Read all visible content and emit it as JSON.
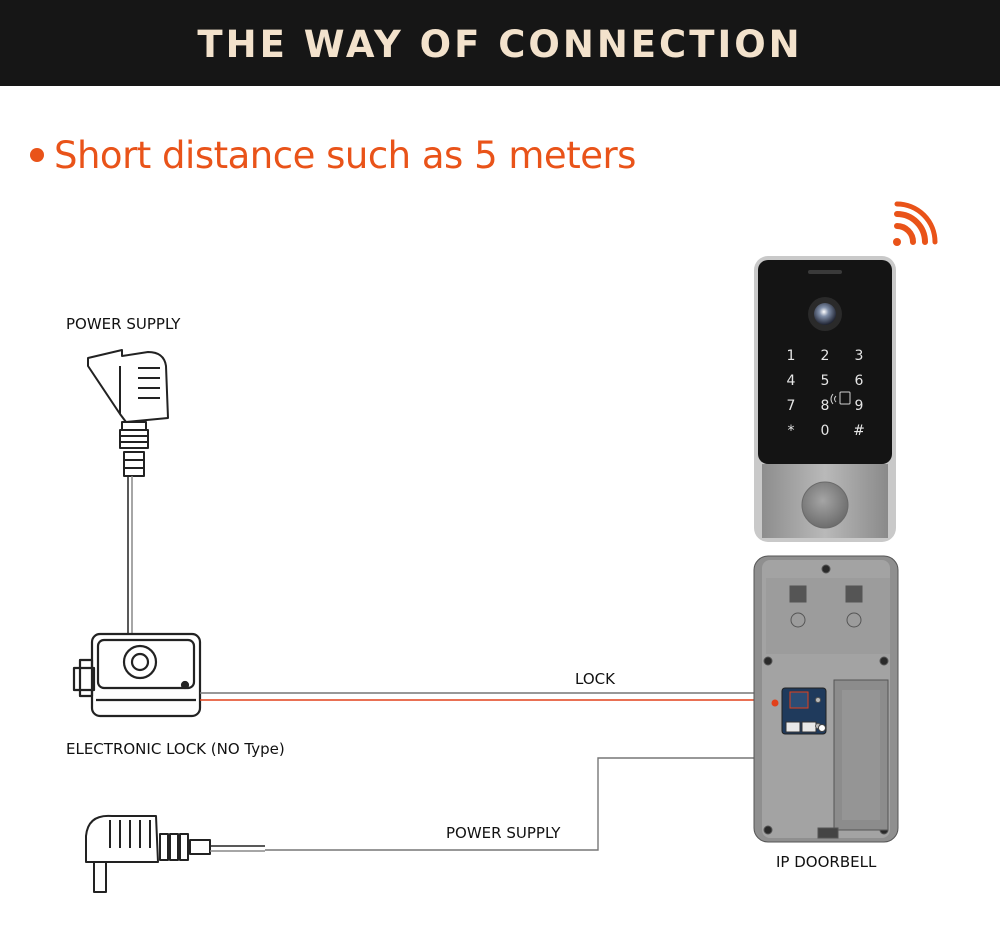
{
  "header": {
    "title": "THE WAY OF CONNECTION"
  },
  "subtitle": "Short distance such as 5 meters",
  "labels": {
    "power_supply_top": "POWER SUPPLY",
    "electronic_lock": "ELECTRONIC LOCK (NO Type)",
    "lock_wire": "LOCK",
    "power_supply_wire": "POWER SUPPLY",
    "ip_doorbell": "IP DOORBELL"
  },
  "keypad": {
    "keys": [
      "1",
      "2",
      "3",
      "4",
      "5",
      "6",
      "7",
      "8",
      "9",
      "*",
      "0",
      "#"
    ]
  },
  "colors": {
    "banner_bg": "#161616",
    "banner_text": "#f3e2cc",
    "accent": "#e95319",
    "wire_red": "#e2401a"
  }
}
